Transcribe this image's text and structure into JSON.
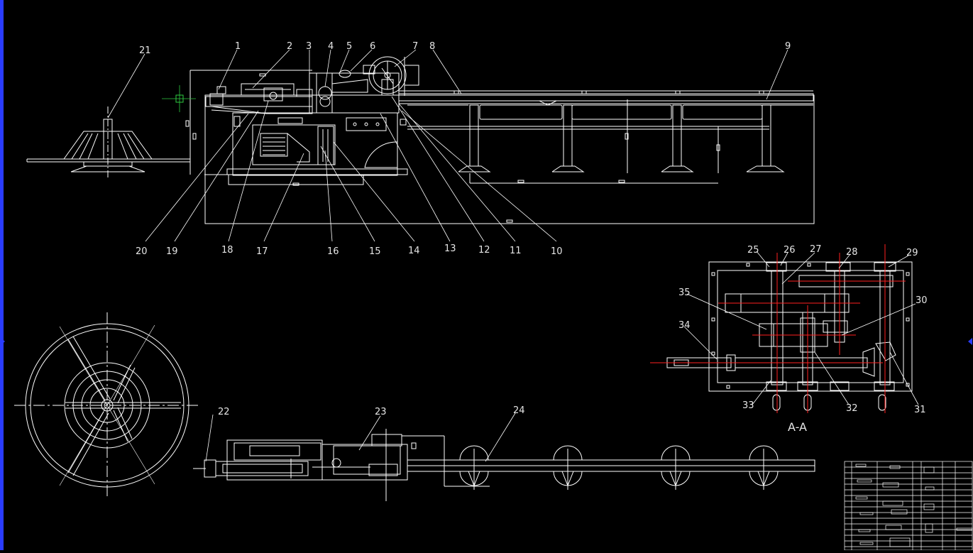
{
  "drawing": {
    "background": "#000000",
    "line_color": "#ffffff",
    "centerline_color": "#ff2020",
    "left_border_color": "#2a3cff",
    "cursor_color": "#2ecc40"
  },
  "callouts": {
    "c1": "1",
    "c2": "2",
    "c3": "3",
    "c4": "4",
    "c5": "5",
    "c6": "6",
    "c7": "7",
    "c8": "8",
    "c9": "9",
    "c10": "10",
    "c11": "11",
    "c12": "12",
    "c13": "13",
    "c14": "14",
    "c15": "15",
    "c16": "16",
    "c17": "17",
    "c18": "18",
    "c19": "19",
    "c20": "20",
    "c21": "21",
    "c22": "22",
    "c23": "23",
    "c24": "24",
    "c25": "25",
    "c26": "26",
    "c27": "27",
    "c28": "28",
    "c29": "29",
    "c30": "30",
    "c31": "31",
    "c32": "32",
    "c33": "33",
    "c34": "34",
    "c35": "35"
  },
  "section_label": "A-A"
}
